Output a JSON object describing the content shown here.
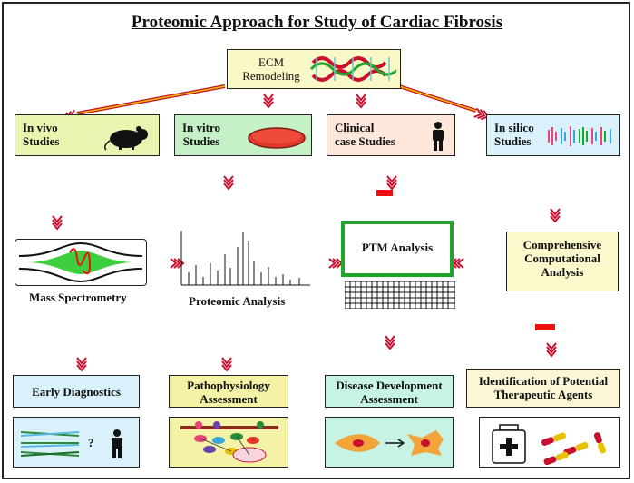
{
  "title": "Proteomic Approach for Study of Cardiac Fibrosis",
  "ecm": {
    "line1": "ECM",
    "line2": "Remodeling"
  },
  "studies": {
    "invivo": {
      "line1": "In vivo",
      "line2": "Studies"
    },
    "invitro": {
      "line1": "In vitro",
      "line2": "Studies"
    },
    "clinical": {
      "line1": "Clinical",
      "line2": "case Studies"
    },
    "insilico": {
      "line1": "In silico",
      "line2": "Studies"
    }
  },
  "analysis": {
    "mass_spec": "Mass Spectrometry",
    "proteomic": "Proteomic Analysis",
    "ptm": "PTM Analysis",
    "computational": {
      "line1": "Comprehensive",
      "line2": "Computational",
      "line3": "Analysis"
    }
  },
  "outcomes": {
    "early": "Early Diagnostics",
    "patho": {
      "line1": "Pathophysiology",
      "line2": "Assessment"
    },
    "disease": {
      "line1": "Disease Development",
      "line2": "Assessment"
    },
    "therapeutic": {
      "line1": "Identification of Potential",
      "line2": "Therapeutic Agents"
    }
  },
  "question_mark": "?",
  "colors": {
    "frame": "#f4f4f4",
    "ecm_box": "#fbf8c8",
    "invivo_box": "#e8f5b0",
    "invitro_box": "#c6f0c6",
    "clinical_box": "#fde7da",
    "insilico_box": "#daf1fb",
    "computational_box": "#fbf8cc",
    "early_box": "#d9f1fb",
    "patho_box": "#f3f2a6",
    "disease_box": "#c6f3e3",
    "therapeutic_box": "#fbf6d6",
    "arrow_red": "#c8102e",
    "arrow_yellow": "#e6c200",
    "ptm_border": "#22a52b"
  },
  "icons": [
    "mouse-icon",
    "petri-dish-icon",
    "person-icon",
    "waveform-icon",
    "mass-spec-icon",
    "spectrum-icon",
    "grid-icon",
    "fibers-icon",
    "pathway-icon",
    "cell-transition-icon",
    "medicine-icon"
  ]
}
